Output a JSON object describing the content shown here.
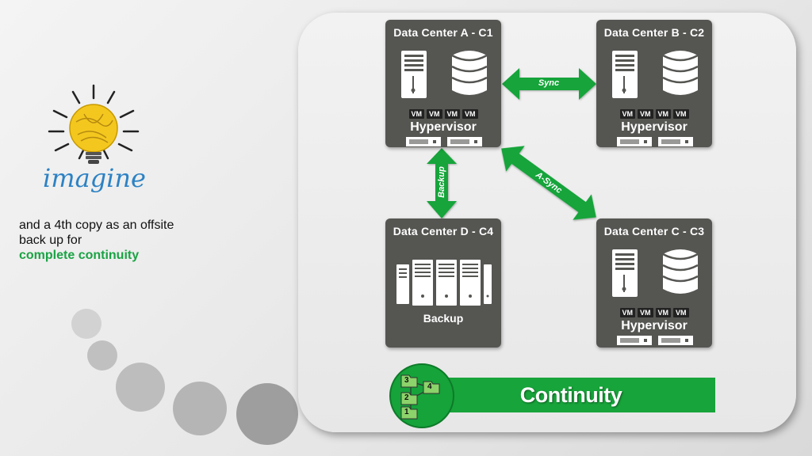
{
  "brand": {
    "word": "imagine",
    "color": "#2d82c4"
  },
  "message": {
    "line": "and a 4th copy as an offsite back up for",
    "highlight": "complete continuity",
    "highlight_color": "#1aa344"
  },
  "data_centers": {
    "a": {
      "title": "Data Center A - C1",
      "vms": [
        "VM",
        "VM",
        "VM",
        "VM"
      ],
      "hypervisor": "Hypervisor"
    },
    "b": {
      "title": "Data Center B - C2",
      "vms": [
        "VM",
        "VM",
        "VM",
        "VM"
      ],
      "hypervisor": "Hypervisor"
    },
    "c": {
      "title": "Data Center C - C3",
      "vms": [
        "VM",
        "VM",
        "VM",
        "VM"
      ],
      "hypervisor": "Hypervisor"
    },
    "d": {
      "title": "Data Center D - C4",
      "backup": "Backup"
    }
  },
  "links": {
    "sync": "Sync",
    "async": "A-Sync",
    "backup": "Backup"
  },
  "continuity": {
    "label": "Continuity",
    "icon_numbers": [
      "3",
      "4",
      "2",
      "1"
    ],
    "color": "#17a43a"
  },
  "colors": {
    "box": "#555552",
    "arrow": "#17a43a"
  }
}
